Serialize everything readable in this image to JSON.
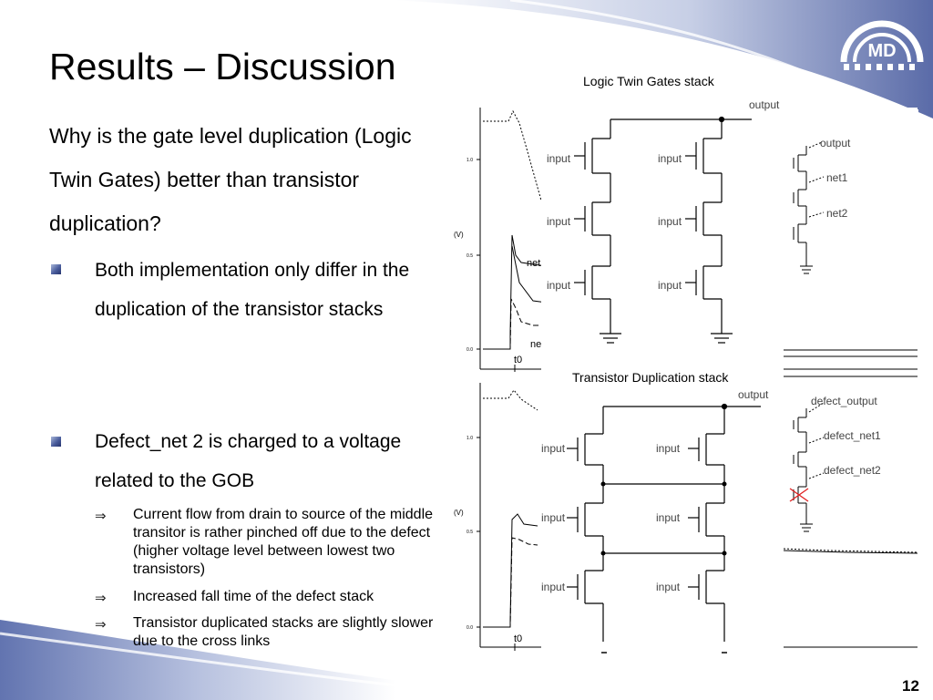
{
  "slide": {
    "title": "Results – Discussion",
    "question": "Why is the gate level duplication (Logic Twin Gates) better than transistor duplication?",
    "bullets": [
      {
        "text": "Both implementation only differ in the duplication of the transistor stacks"
      },
      {
        "text": "Defect_net 2 is charged to a voltage related to the GOB"
      }
    ],
    "sub_bullets": [
      {
        "text": "Current flow from drain to source of the middle transitor is rather pinched off due to the defect (higher voltage level between lowest two transistors)"
      },
      {
        "text": "Increased fall time of the defect stack"
      },
      {
        "text": "Transistor duplicated stacks are slightly slower due to the cross links"
      }
    ],
    "arrow_glyph": "⇒",
    "page_number": "12"
  },
  "logo": {
    "text": "MD"
  },
  "figure": {
    "top_title": "Logic Twin Gates stack",
    "bottom_title": "Transistor Duplication stack",
    "output_label": "output",
    "input_label": "input",
    "net1_label": "net1",
    "net2_label": "net2",
    "defect_output_label": "defect_output",
    "defect_net1_label": "defect_net1",
    "defect_net2_label": "defect_net2",
    "t0_label": "t0",
    "ytick_top": "1.0",
    "ytick_mid": "0.5",
    "ytick_bottom": "0.0",
    "ylabel": "(V)",
    "plot_net_label": "net",
    "plot_ne_label": "ne"
  },
  "colors": {
    "accent": "#4a5d9c",
    "defect_mark": "#e02020"
  }
}
